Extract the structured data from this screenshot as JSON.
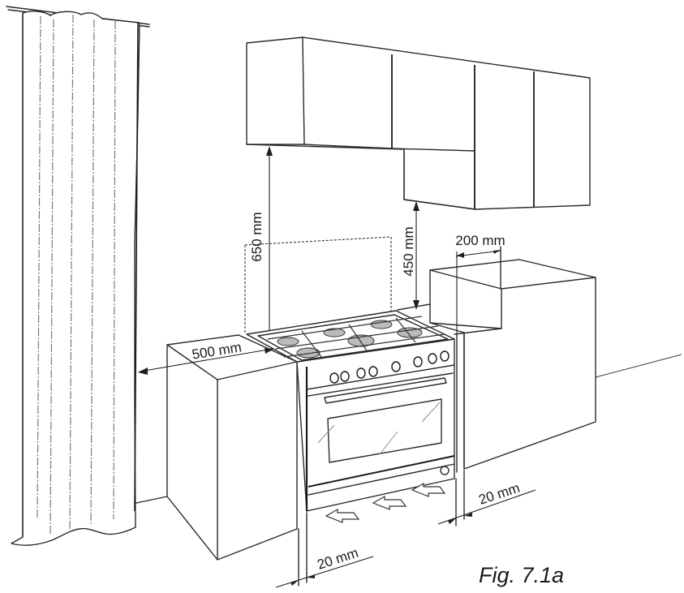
{
  "figure": {
    "caption": "Fig. 7.1a",
    "subject": "Freestanding cooker installation clearances"
  },
  "dimensions": {
    "upper_cabinet_height": "650 mm",
    "hood_cabinet_height": "450 mm",
    "side_wall_clearance": "200 mm",
    "curtain_distance": "500 mm",
    "gap_right": "20 mm",
    "gap_left": "20 mm"
  },
  "elements": {
    "curtain": "curtain",
    "wall_cabinets": "wall-mounted cabinets",
    "cooker": "range cooker with 6 burners",
    "left_base_cabinet": "left base cabinet",
    "right_base_cabinet": "right base cabinet with raised wall",
    "backsplash": "splashback outline (dashed)",
    "airflow_arrows": 3,
    "knobs": 8,
    "burners": 6
  },
  "colors": {
    "line": "#2a2a2a",
    "background": "#ffffff"
  }
}
